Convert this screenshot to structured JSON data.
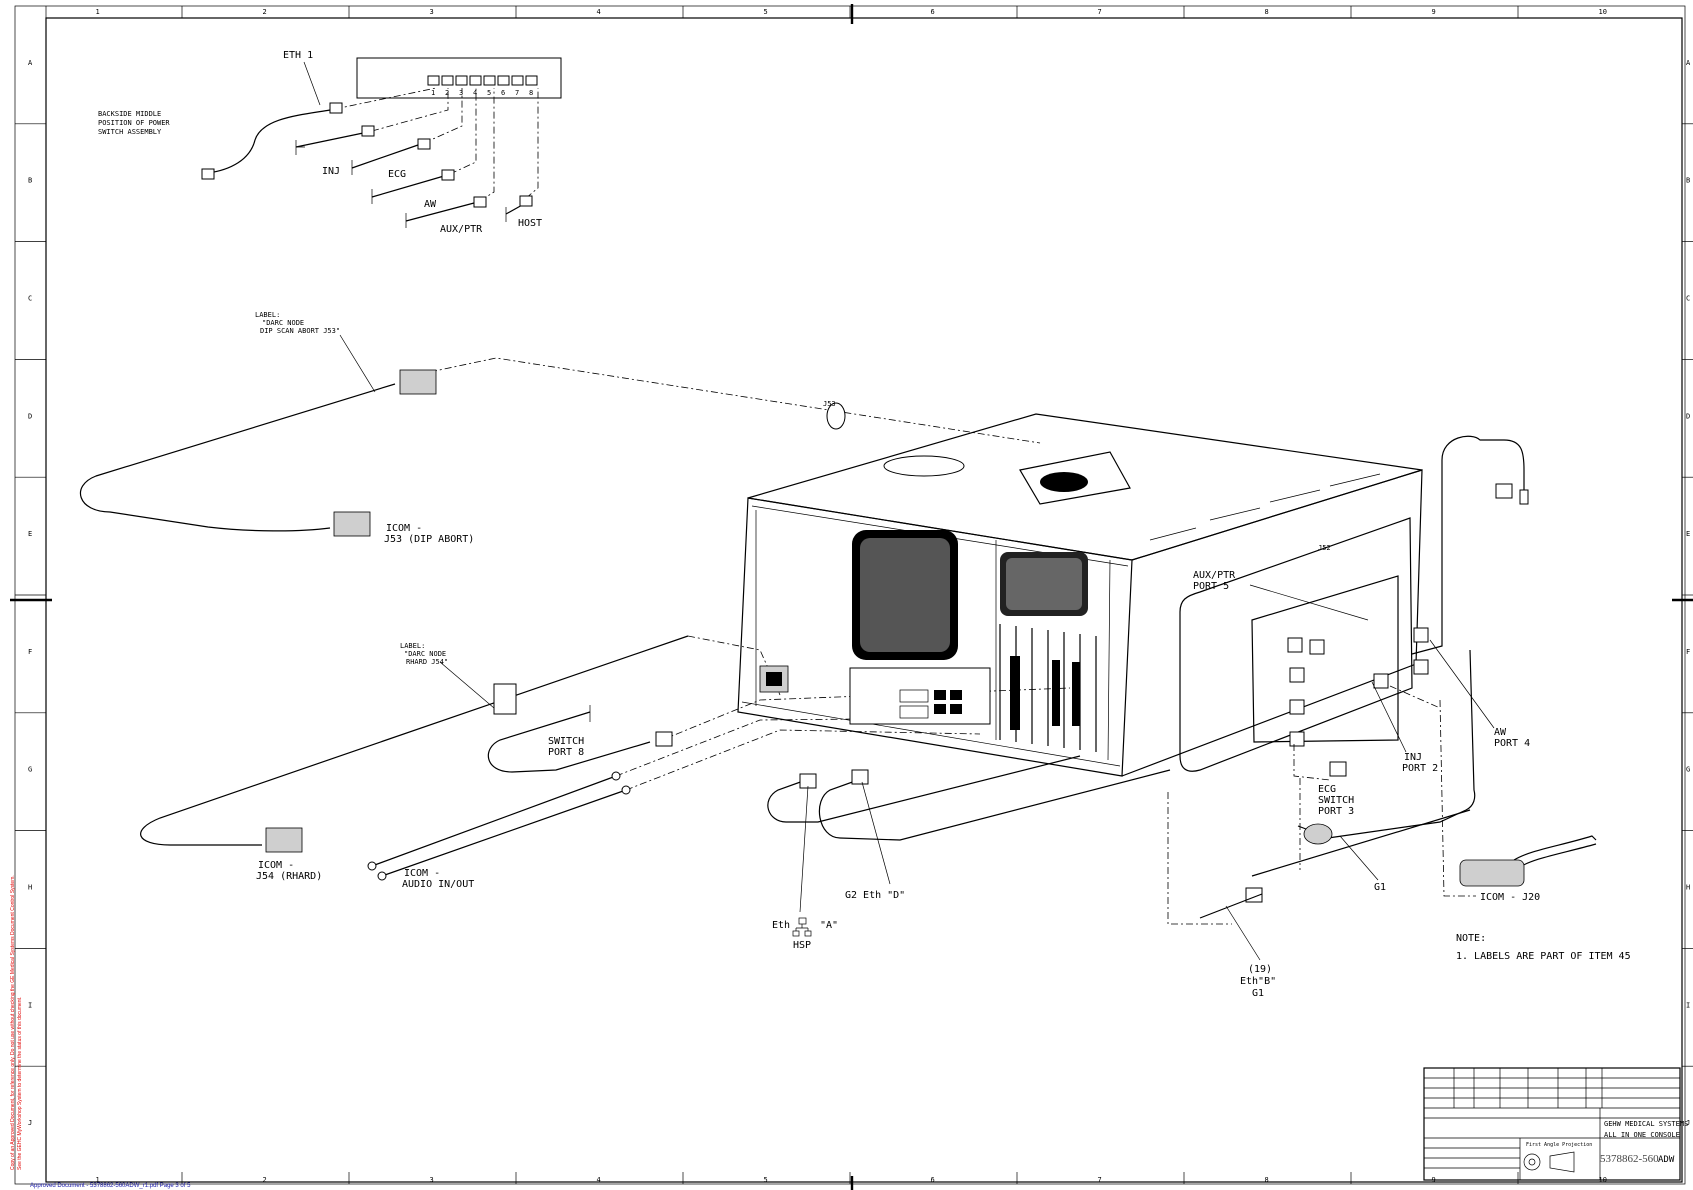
{
  "grid": {
    "columns": [
      "1",
      "2",
      "3",
      "4",
      "5",
      "6",
      "7",
      "8",
      "9",
      "10"
    ],
    "rows": [
      "A",
      "B",
      "C",
      "D",
      "E",
      "F",
      "G",
      "H",
      "I",
      "J"
    ]
  },
  "switch_ports": [
    "1",
    "2",
    "3",
    "4",
    "5",
    "6",
    "7",
    "8"
  ],
  "labels": {
    "eth1": "ETH 1",
    "backside": [
      "BACKSIDE MIDDLE",
      "POSITION OF POWER",
      "SWITCH ASSEMBLY"
    ],
    "inj": "INJ",
    "ecg": "ECG",
    "aw": "AW",
    "aux_ptr": "AUX/PTR",
    "host": "HOST",
    "darc_j53": [
      "LABEL:",
      "\"DARC NODE",
      "DIP SCAN ABORT J53\""
    ],
    "icom_j53": [
      "ICOM -",
      "J53 (DIP ABORT)"
    ],
    "j53_tag": "J53",
    "darc_j54": [
      "LABEL:",
      "\"DARC NODE",
      "RHARD J54\""
    ],
    "switch_port8": [
      "SWITCH",
      "PORT 8"
    ],
    "icom_j54": [
      "ICOM -",
      "J54 (RHARD)"
    ],
    "icom_audio": [
      "ICOM -",
      "AUDIO IN/OUT"
    ],
    "g2_eth_d": "G2 Eth \"D\"",
    "eth_a": [
      "Eth",
      "\"A\"",
      "HSP"
    ],
    "j52": "J52",
    "aux_port5": [
      "AUX/PTR",
      "PORT 5"
    ],
    "aw_port4": [
      "AW",
      "PORT 4"
    ],
    "inj_port2": [
      "INJ",
      "PORT 2"
    ],
    "ecg_port3": [
      "ECG",
      "SWITCH",
      "PORT 3"
    ],
    "g1": "G1",
    "icom_j20": "ICOM - J20",
    "eth_b": [
      "(19)",
      "Eth\"B\"",
      "G1"
    ],
    "note_title": "NOTE:",
    "note_1": "1. LABELS ARE PART OF ITEM 45"
  },
  "title_block": {
    "company": "GEHW MEDICAL SYSTEMS",
    "title": "ALL IN ONE CONSOLE",
    "dwg_no": "5378862-560",
    "rev_suffix": "ADW",
    "projection": "First Angle Projection"
  },
  "margin_text": {
    "approved": "Approved Document - 5378862-560ADW_r1.pdf Page 3 of 5",
    "red_stamp_1": "Copy of an Approved Document, for reference only. Do not use without checking the GE Medical Systems Document Control System.",
    "red_stamp_2": "See the GEHC MyWorkshop System to determine the status of this document."
  }
}
